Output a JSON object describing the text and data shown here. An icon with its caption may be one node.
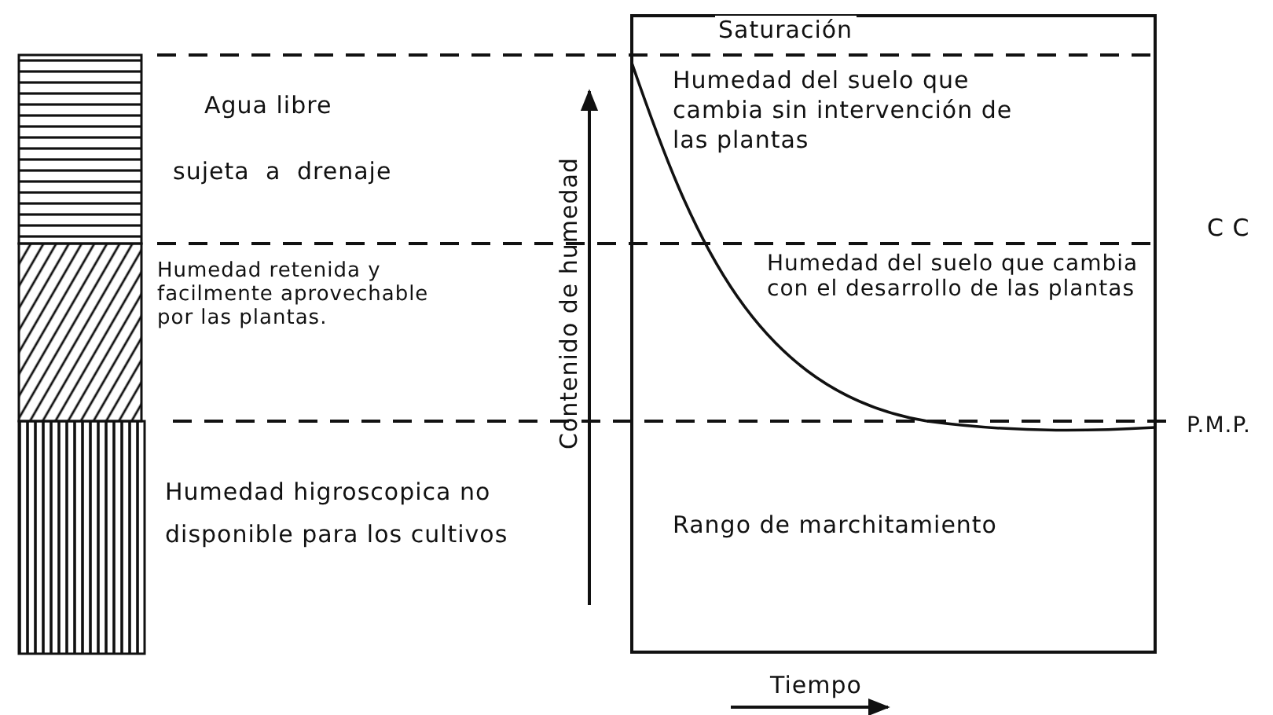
{
  "diagram": {
    "labels": [
      "Saturación",
      "Agua libre",
      "Humedad del suelo que cambia sin intervención de las plantas",
      "sujeta a drenaje",
      "C C",
      "Humedad retenida y facilmente aprovechable por las plantas.",
      "Humedad del suelo que cambia con el desarrollo de las plantas",
      "P.M.P.",
      "Humedad higroscopica no disponible para los cultivos",
      "Contenido de humedad",
      "Rango de marchitamiento",
      "Tiempo"
    ]
  }
}
